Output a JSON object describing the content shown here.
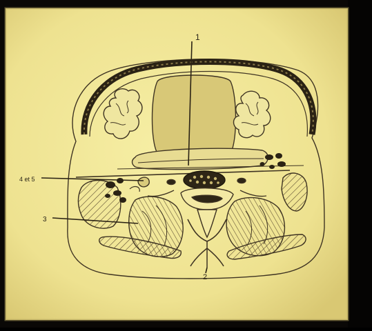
{
  "figure": {
    "labels": {
      "one": "1",
      "two": "2",
      "three": "3",
      "four": "4 et 5"
    }
  }
}
